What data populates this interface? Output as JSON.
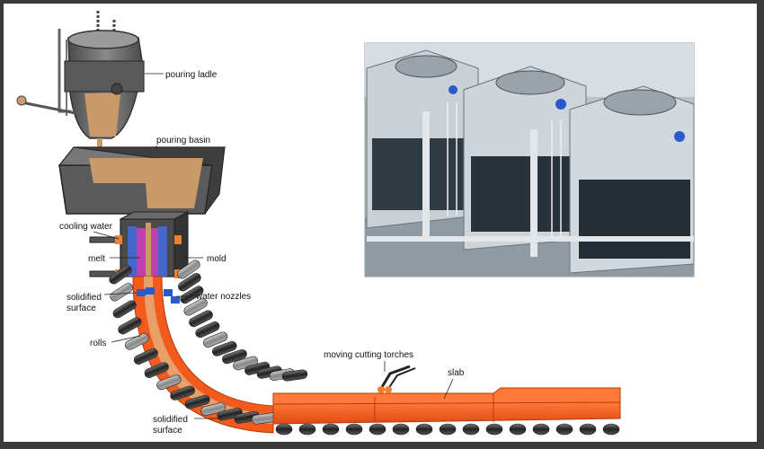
{
  "labels": {
    "pouring_ladle": "pouring ladle",
    "pouring_basin": "pouring basin",
    "cooling_water": "cooling water",
    "melt": "melt",
    "mold": "mold",
    "solidified_surface_1_line1": "solidified",
    "solidified_surface_1_line2": "surface",
    "water_nozzles": "water nozzles",
    "rolls": "rolls",
    "moving_cutting_torches": "moving cutting torches",
    "slab": "slab",
    "solidified_surface_2_line1": "solidified",
    "solidified_surface_2_line2": "surface"
  },
  "colors": {
    "steel_hot": "#f25a1e",
    "steel_glow": "#e8a06a",
    "melt_brown": "#c89a6a",
    "mold_blue": "#4466cc",
    "mold_magenta": "#d040c0",
    "roll_dark": "#3a3a3a",
    "roll_light": "#9a9a9a",
    "nozzle_blue": "#2a5acb",
    "ladle_gray": "#6e6e6e"
  },
  "photo": {
    "subject": "cooling towers",
    "icons": [
      "fan-icon",
      "ladder-icon",
      "pipe-icon"
    ]
  }
}
